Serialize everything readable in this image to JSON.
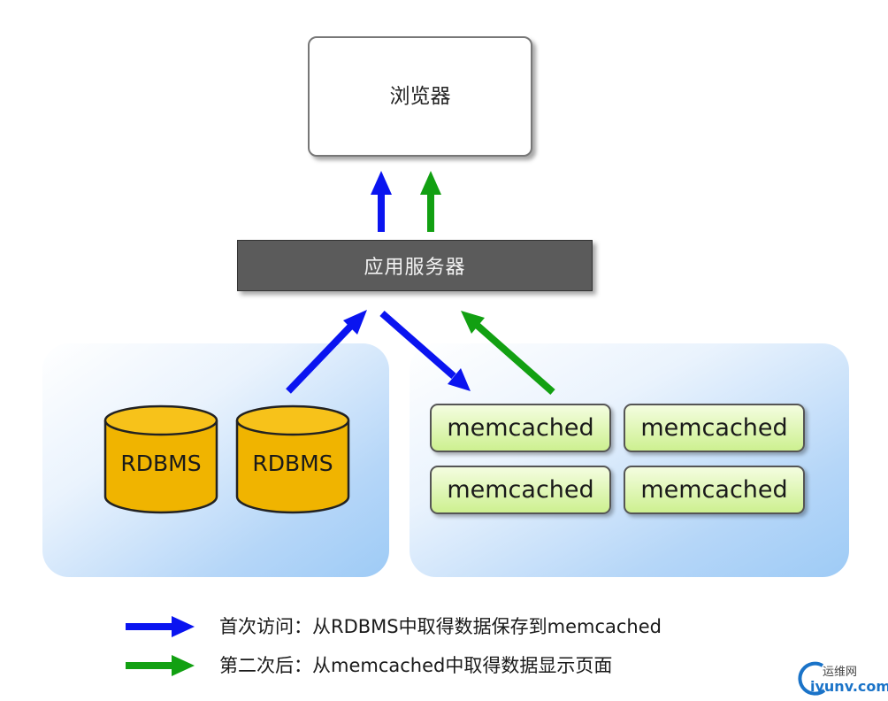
{
  "browser": {
    "label": "浏览器"
  },
  "app_server": {
    "label": "应用服务器"
  },
  "databases": [
    {
      "label": "RDBMS"
    },
    {
      "label": "RDBMS"
    }
  ],
  "memcached_nodes": [
    {
      "label": "memcached"
    },
    {
      "label": "memcached"
    },
    {
      "label": "memcached"
    },
    {
      "label": "memcached"
    }
  ],
  "legend": {
    "first_access": "首次访问：从RDBMS中取得数据保存到memcached",
    "second_access": "第二次后：从memcached中取得数据显示页面"
  },
  "colors": {
    "first_access_arrow": "#0a14f0",
    "second_access_arrow": "#12a012",
    "db_fill": "#f0b400",
    "app_server_fill": "#5b5b5b",
    "memcached_fill": "#d6f5a0"
  },
  "watermark": {
    "name": "运维网",
    "url": "iyunv.com"
  }
}
